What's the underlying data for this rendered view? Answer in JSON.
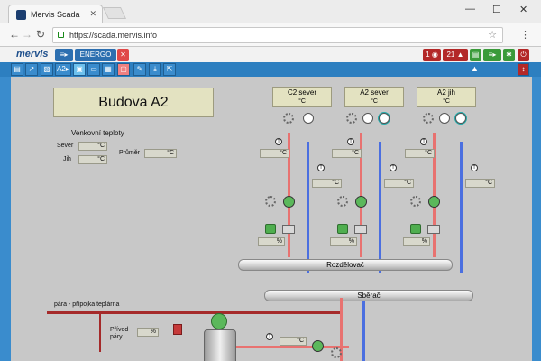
{
  "browser": {
    "tab_title": "Mervis Scada",
    "url": "https://scada.mervis.info"
  },
  "header": {
    "logo": "mervis",
    "menu_tab": "ENERGO",
    "alarm_count": "1",
    "event_count": "21"
  },
  "toolbar": {
    "active_item": "A2"
  },
  "main": {
    "building_title": "Budova A2",
    "outdoor": {
      "title": "Venkovní teploty",
      "north_label": "Sever",
      "south_label": "Jih",
      "average_label": "Průměr",
      "unit": "°C"
    },
    "zones": [
      {
        "name": "C2 sever",
        "unit": "°C"
      },
      {
        "name": "A2 sever",
        "unit": "°C"
      },
      {
        "name": "A2 jih",
        "unit": "°C"
      }
    ],
    "temp_unit": "°C",
    "pct_unit": "%",
    "t_symbol": "T",
    "distributor_label": "Rozdělovač",
    "collector_label": "Sběrač",
    "steam_label": "pára - přípojka teplárna",
    "steam_supply_label": "Přívod páry"
  }
}
